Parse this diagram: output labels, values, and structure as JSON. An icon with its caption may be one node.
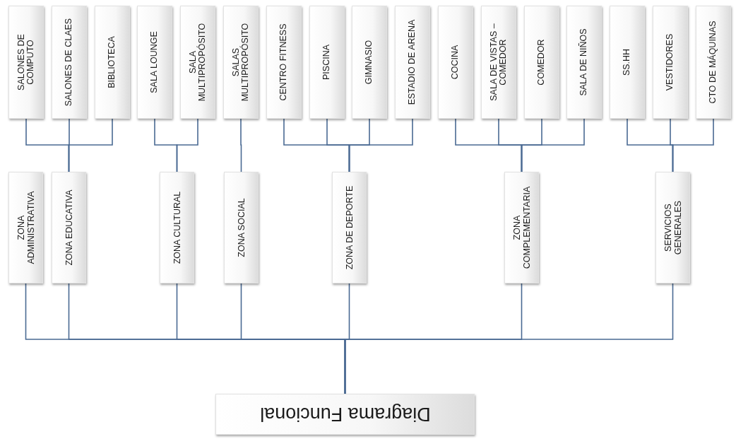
{
  "diagram": {
    "nodes": [
      {
        "text": [
          "Diagrama Funcional"
        ]
      },
      {
        "text": [
          "ZONA ADMINISTRATIVA"
        ]
      },
      {
        "text": [
          "ZONA EDUCATIVA"
        ]
      },
      {
        "text": [
          "ZONA CULTURAL"
        ]
      },
      {
        "text": [
          "ZONA SOCIAL"
        ]
      },
      {
        "text": [
          "ZONA DE DEPORTE"
        ]
      },
      {
        "text": [
          "ZONA COMPLEMENTARIA"
        ]
      },
      {
        "text": [
          "SERVICIOS GENERALES"
        ]
      },
      {
        "text": [
          "SALONES DE COMPUTO"
        ]
      },
      {
        "text": [
          "SALONES DE CLAES"
        ]
      },
      {
        "text": [
          "BIBLIOTECA"
        ]
      },
      {
        "text": [
          "SALA LOUNGE"
        ]
      },
      {
        "text": [
          "SALA MULTIPROPÓSITO"
        ]
      },
      {
        "text": [
          "SALAS MULTIPROPÓSITO"
        ]
      },
      {
        "text": [
          "CENTRO FITNESS"
        ]
      },
      {
        "text": [
          "PISCINA"
        ]
      },
      {
        "text": [
          "GIMNASIO"
        ]
      },
      {
        "text": [
          "ESTADIO DE ARENA"
        ]
      },
      {
        "text": [
          "COCINA"
        ]
      },
      {
        "text": [
          "SALA DE VISTAS – COMEDOR"
        ]
      },
      {
        "text": [
          "COMEDOR"
        ]
      },
      {
        "text": [
          "SALA DE NIÑOS"
        ]
      },
      {
        "text": [
          "SS.HH"
        ]
      },
      {
        "text": [
          "VESTIDORES"
        ]
      },
      {
        "text": [
          "CTO DE MÁQUINAS"
        ]
      }
    ],
    "edges": [
      {
        "from": 0,
        "to": 1,
        "arrow": "none"
      },
      {
        "from": 0,
        "to": 2,
        "arrow": "none"
      },
      {
        "from": 0,
        "to": 3,
        "arrow": "none"
      },
      {
        "from": 0,
        "to": 4,
        "arrow": "none"
      },
      {
        "from": 0,
        "to": 5,
        "arrow": "none"
      },
      {
        "from": 0,
        "to": 6,
        "arrow": "none"
      },
      {
        "from": 0,
        "to": 7,
        "arrow": "none"
      },
      {
        "from": 2,
        "to": 8,
        "arrow": "none"
      },
      {
        "from": 2,
        "to": 9,
        "arrow": "none"
      },
      {
        "from": 2,
        "to": 10,
        "arrow": "none"
      },
      {
        "from": 3,
        "to": 11,
        "arrow": "none"
      },
      {
        "from": 3,
        "to": 12,
        "arrow": "none"
      },
      {
        "from": 4,
        "to": 13,
        "arrow": "none"
      },
      {
        "from": 5,
        "to": 14,
        "arrow": "none"
      },
      {
        "from": 5,
        "to": 15,
        "arrow": "none"
      },
      {
        "from": 5,
        "to": 16,
        "arrow": "none"
      },
      {
        "from": 5,
        "to": 17,
        "arrow": "none"
      },
      {
        "from": 6,
        "to": 18,
        "arrow": "none"
      },
      {
        "from": 6,
        "to": 19,
        "arrow": "none"
      },
      {
        "from": 6,
        "to": 20,
        "arrow": "none"
      },
      {
        "from": 6,
        "to": 21,
        "arrow": "none"
      },
      {
        "from": 7,
        "to": 22,
        "arrow": "none"
      },
      {
        "from": 7,
        "to": 23,
        "arrow": "none"
      },
      {
        "from": 7,
        "to": 24,
        "arrow": "none"
      }
    ]
  }
}
